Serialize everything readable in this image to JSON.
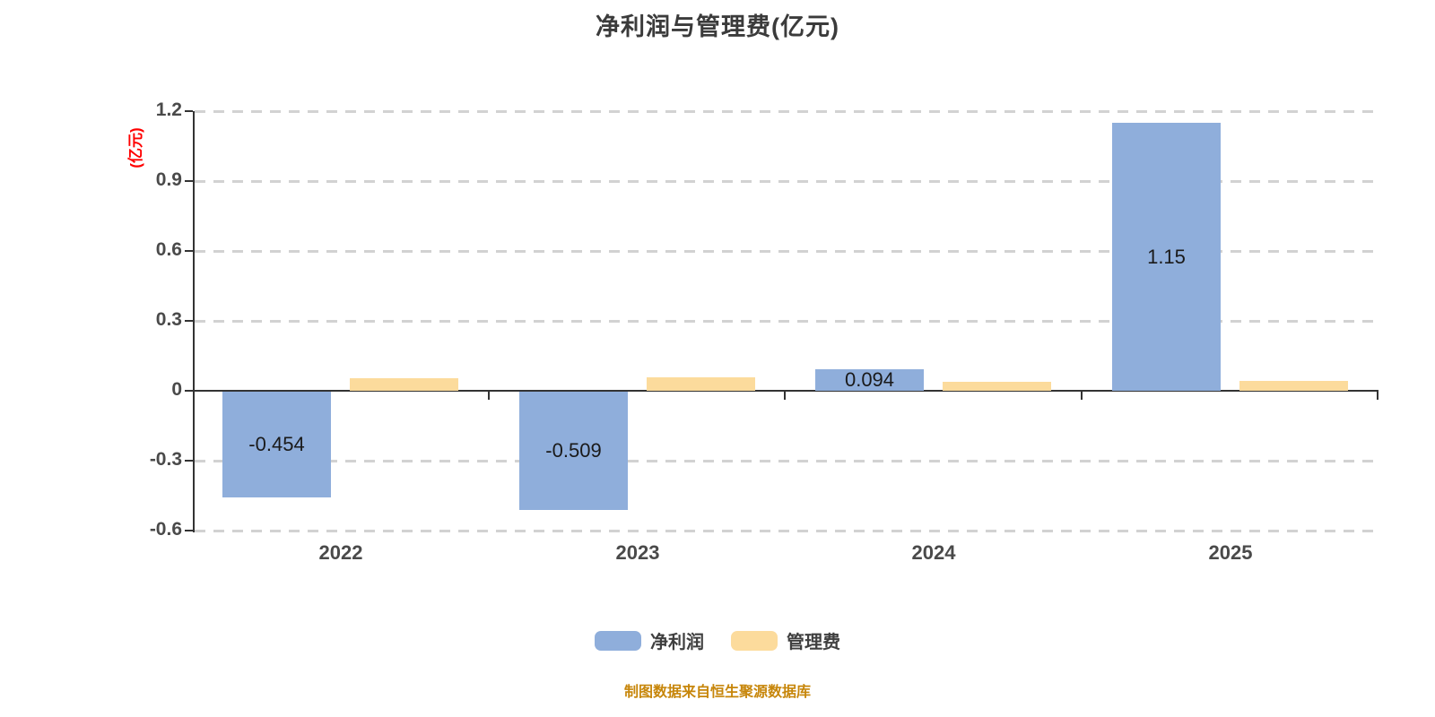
{
  "title": "净利润与管理费(亿元)",
  "y_axis_unit": "(亿元)",
  "footer": "制图数据来自恒生聚源数据库",
  "legend": [
    {
      "label": "净利润",
      "color": "#8FAEDB"
    },
    {
      "label": "管理费",
      "color": "#FCDB9C"
    }
  ],
  "colors": {
    "net_profit_bar": "#8FAEDB",
    "management_fee_bar": "#FCDB9C",
    "title_text": "#3b3b3b",
    "axis_line": "#333333",
    "gridline": "#d2d2d2",
    "tick_text": "#4a4a4a",
    "y_axis_unit_text": "#ff0000",
    "footer_text": "#c7860a",
    "bar_label_text": "#1a1a1a"
  },
  "chart_data": {
    "type": "bar",
    "title": "净利润与管理费(亿元)",
    "ylabel": "(亿元)",
    "xlabel": "",
    "categories": [
      "2022",
      "2023",
      "2024",
      "2025"
    ],
    "series": [
      {
        "name": "净利润",
        "color": "#8FAEDB",
        "values": [
          -0.454,
          -0.509,
          0.094,
          1.15
        ],
        "labels": [
          "-0.454",
          "-0.509",
          "0.094",
          "1.15"
        ]
      },
      {
        "name": "管理费",
        "color": "#FCDB9C",
        "values": [
          0.055,
          0.057,
          0.038,
          0.042
        ],
        "labels": [
          null,
          null,
          null,
          null
        ]
      }
    ],
    "yticks": [
      1.2,
      0.9,
      0.6,
      0.3,
      0,
      -0.3,
      -0.6
    ],
    "ylim": [
      -0.6,
      1.2
    ],
    "grid": "horizontal dashed",
    "legend_position": "bottom"
  }
}
